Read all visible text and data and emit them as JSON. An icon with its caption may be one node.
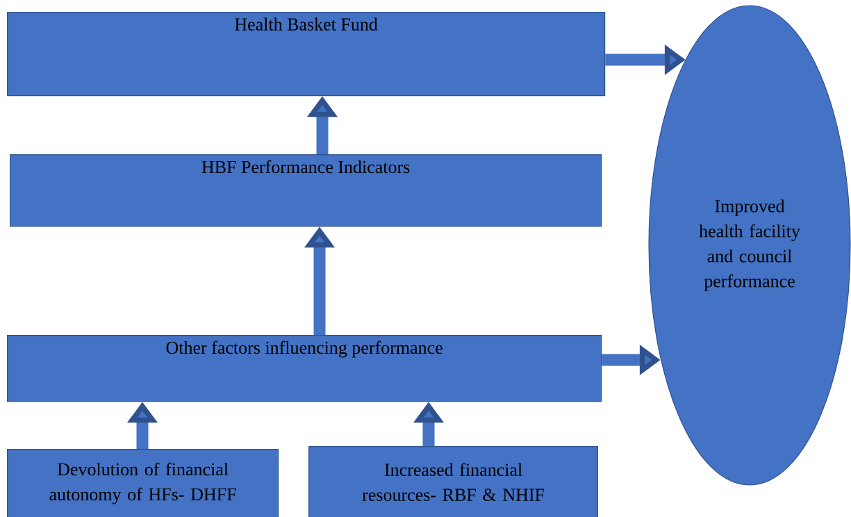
{
  "diagram": {
    "nodes": [
      {
        "text": [
          "Health Basket Fund"
        ]
      },
      {
        "text": [
          "HBF Performance Indicators"
        ]
      },
      {
        "text": [
          "Other factors influencing performance"
        ]
      },
      {
        "text": [
          "Devolution of financial autonomy of HFs- DHFF"
        ]
      },
      {
        "text": [
          "Increased financial resources- RBF & NHIF"
        ]
      },
      {
        "text": [
          "Improved health facility and council performance"
        ]
      }
    ],
    "edges": [
      {
        "from": 1,
        "to": 0,
        "arrow": "to"
      },
      {
        "from": 2,
        "to": 1,
        "arrow": "to"
      },
      {
        "from": 3,
        "to": 2,
        "arrow": "to"
      },
      {
        "from": 4,
        "to": 2,
        "arrow": "to"
      },
      {
        "from": 0,
        "to": 5,
        "arrow": "to"
      },
      {
        "from": 2,
        "to": 5,
        "arrow": "to"
      }
    ]
  }
}
